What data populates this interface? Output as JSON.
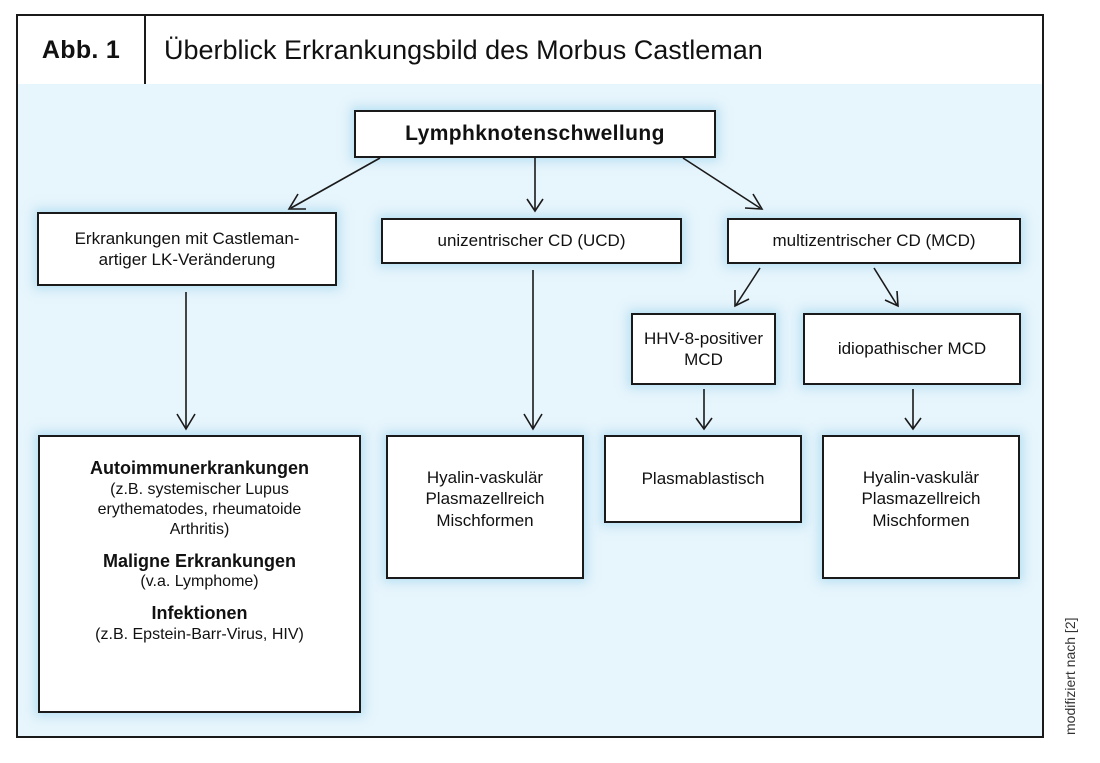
{
  "figure": {
    "label": "Abb. 1",
    "title": "Überblick Erkrankungsbild des Morbus Castleman"
  },
  "nodes": {
    "root": "Lymphknotenschwellung",
    "castleman_like": "Erkrankungen mit Castleman-\nartiger LK-Veränderung",
    "ucd": "unizentrischer CD (UCD)",
    "mcd": "multizentrischer CD (MCD)",
    "hhv8": "HHV-8-positiver\nMCD",
    "idiopathic": "idiopathischer MCD",
    "ucd_types": "Hyalin-vaskulär\nPlasmazellreich\nMischformen",
    "plasmablastic": "Plasmablastisch",
    "idiopathic_types": "Hyalin-vaskulär\nPlasmazellreich\nMischformen"
  },
  "diseases": {
    "groups": [
      {
        "head": "Autoimmunerkrankungen",
        "sub": "(z.B. systemischer Lupus\nerythematodes, rheumatoide\nArthritis)"
      },
      {
        "head": "Maligne Erkrankungen",
        "sub": "(v.a. Lymphome)"
      },
      {
        "head": "Infektionen",
        "sub": "(z.B. Epstein-Barr-Virus, HIV)"
      }
    ]
  },
  "source_note": "modifiziert nach [2]",
  "colors": {
    "panel_background": "#e7f5fc",
    "border": "#1a1a1a",
    "box_glow": "#8ccdeb"
  }
}
